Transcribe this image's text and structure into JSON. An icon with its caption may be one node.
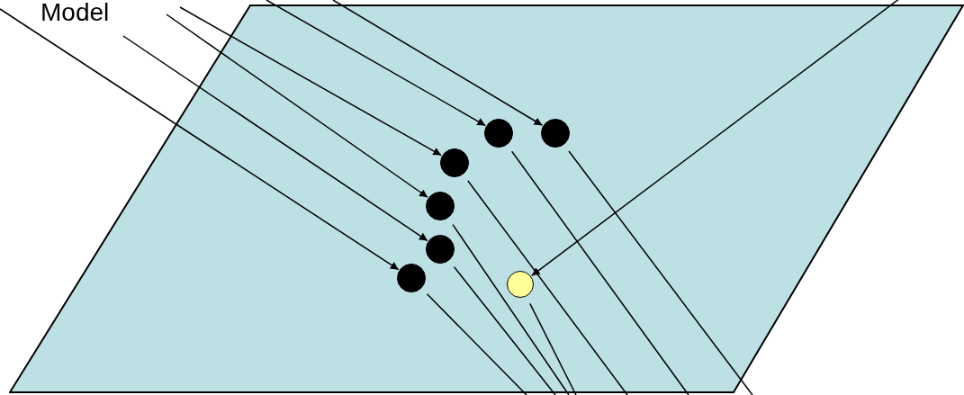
{
  "diagram": {
    "nodes": [
      {
        "text": [],
        "shape": "parallelogram"
      },
      {
        "text": [],
        "shape": "circle",
        "in": 0
      },
      {
        "text": [],
        "shape": "circle",
        "in": 0
      },
      {
        "text": [],
        "shape": "circle",
        "in": 0
      },
      {
        "text": [],
        "shape": "circle",
        "in": 0
      },
      {
        "text": [],
        "shape": "circle",
        "in": 0
      },
      {
        "text": [],
        "shape": "circle",
        "in": 0
      },
      {
        "text": [],
        "shape": "circle",
        "in": 0
      }
    ],
    "edges": [
      {
        "from": null,
        "to": 1,
        "arrow": "to"
      },
      {
        "from": null,
        "to": 2,
        "arrow": "to"
      },
      {
        "from": null,
        "to": 3,
        "arrow": "to"
      },
      {
        "from": null,
        "to": 4,
        "arrow": "to"
      },
      {
        "from": null,
        "to": 5,
        "arrow": "to"
      },
      {
        "from": null,
        "to": 6,
        "arrow": "to"
      },
      {
        "from": null,
        "to": 7,
        "arrow": "to"
      },
      {
        "from": 1,
        "to": null,
        "arrow": "none"
      },
      {
        "from": 2,
        "to": null,
        "arrow": "none"
      },
      {
        "from": 3,
        "to": null,
        "arrow": "none"
      },
      {
        "from": 4,
        "to": null,
        "arrow": "none"
      },
      {
        "from": 5,
        "to": null,
        "arrow": "none"
      },
      {
        "from": 6,
        "to": null,
        "arrow": "none"
      },
      {
        "from": 7,
        "to": null,
        "arrow": "none"
      }
    ],
    "labels": [
      "Model"
    ]
  }
}
